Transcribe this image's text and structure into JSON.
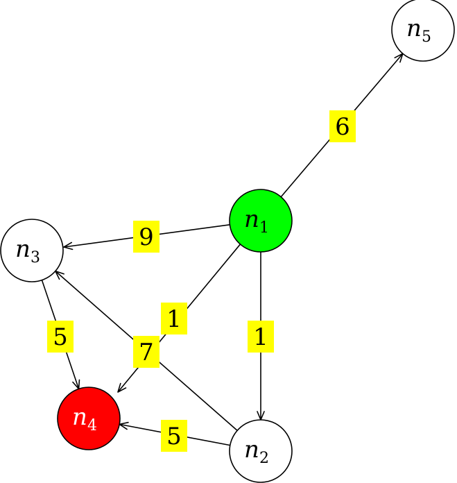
{
  "colors": {
    "node_stroke": "#000000",
    "node_fill_default": "#ffffff",
    "node_fill_source": "#00ff00",
    "node_fill_target": "#ff0000",
    "label_bg": "#ffff00",
    "edge": "#000000"
  },
  "nodes": [
    {
      "id": "n1",
      "base": "n",
      "sub": "1",
      "fill": "#00ff00",
      "text_color": "#000000"
    },
    {
      "id": "n2",
      "base": "n",
      "sub": "2",
      "fill": "#ffffff",
      "text_color": "#000000"
    },
    {
      "id": "n3",
      "base": "n",
      "sub": "3",
      "fill": "#ffffff",
      "text_color": "#000000"
    },
    {
      "id": "n4",
      "base": "n",
      "sub": "4",
      "fill": "#ff0000",
      "text_color": "#ffffff"
    },
    {
      "id": "n5",
      "base": "n",
      "sub": "5",
      "fill": "#ffffff",
      "text_color": "#000000"
    }
  ],
  "edges": [
    {
      "from": "n1",
      "to": "n5",
      "weight": "6"
    },
    {
      "from": "n1",
      "to": "n3",
      "weight": "9"
    },
    {
      "from": "n1",
      "to": "n4",
      "weight": "1"
    },
    {
      "from": "n1",
      "to": "n2",
      "weight": "1"
    },
    {
      "from": "n3",
      "to": "n4",
      "weight": "5"
    },
    {
      "from": "n2",
      "to": "n3",
      "weight": "7"
    },
    {
      "from": "n2",
      "to": "n4",
      "weight": "5"
    }
  ]
}
